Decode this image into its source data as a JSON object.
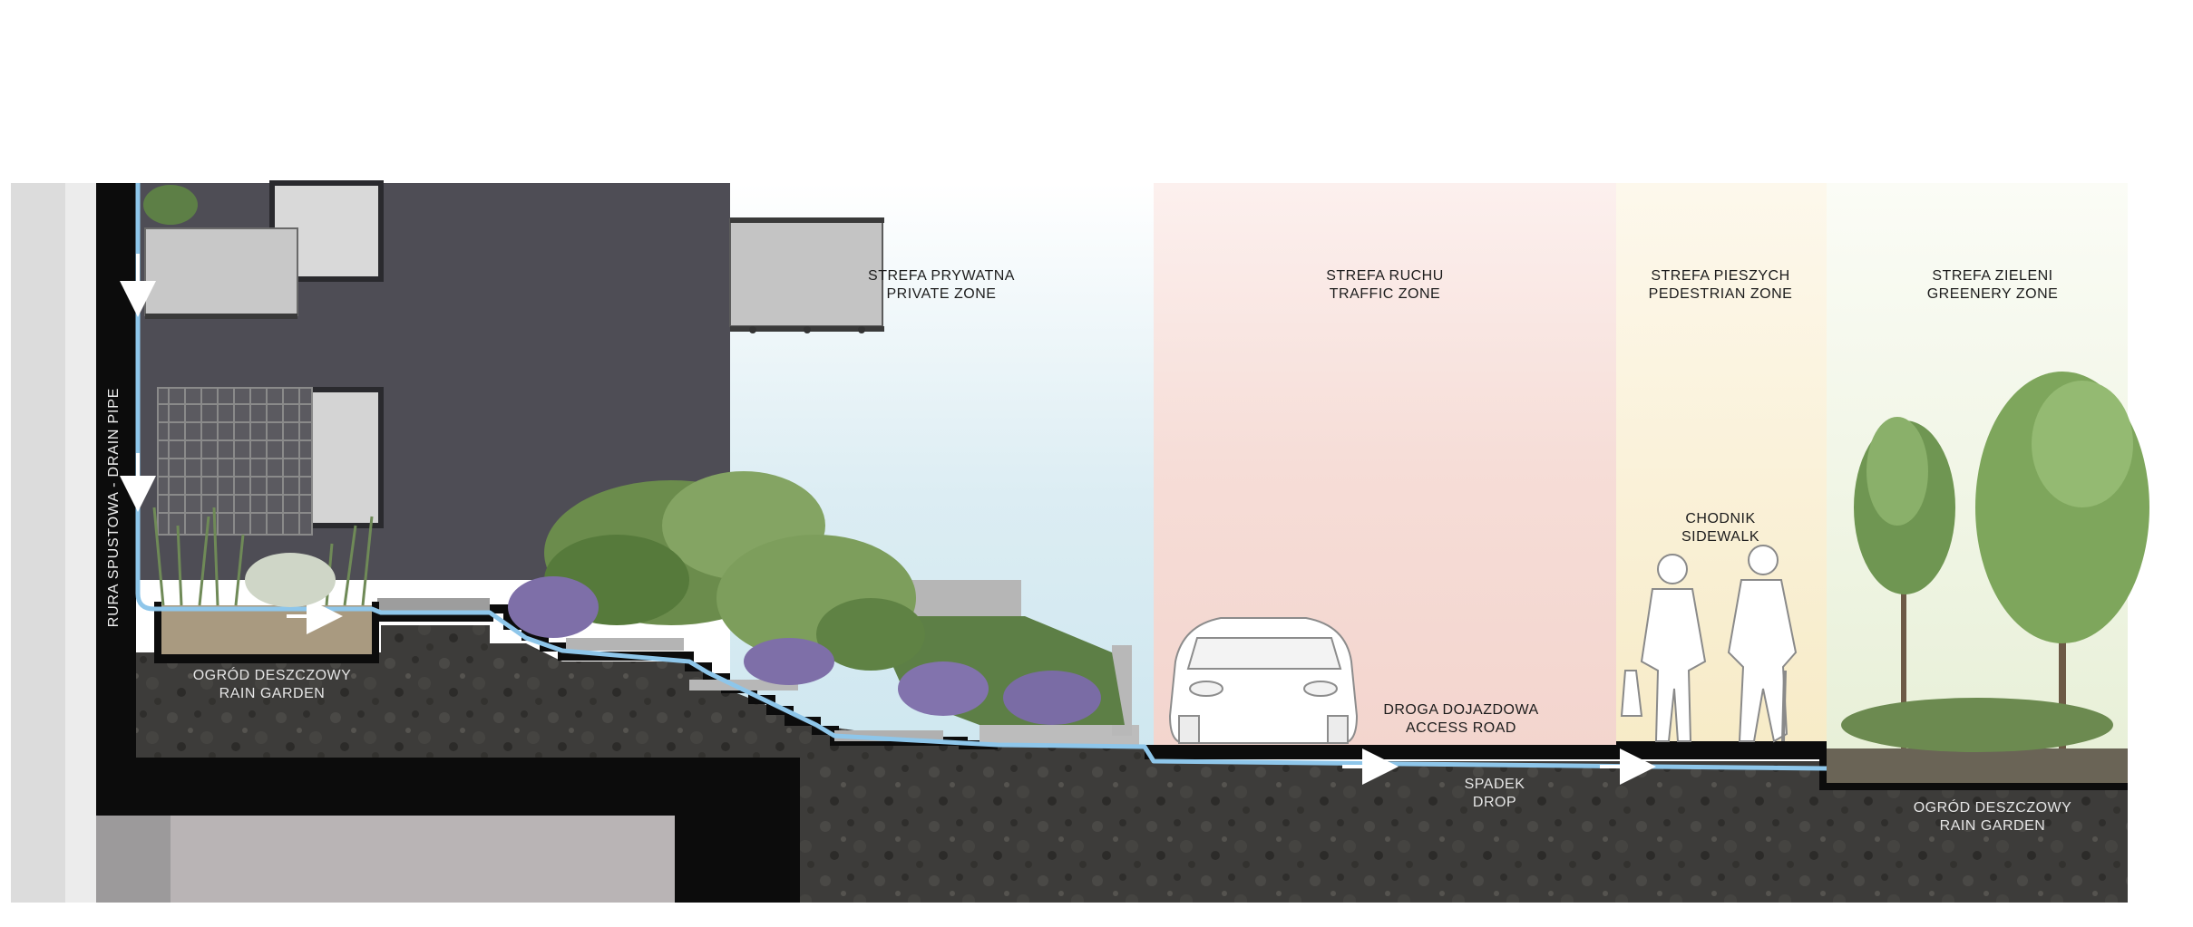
{
  "zones": [
    {
      "id": "private",
      "line1": "STREFA PRYWATNA",
      "line2": "PRIVATE ZONE"
    },
    {
      "id": "traffic",
      "line1": "STREFA RUCHU",
      "line2": "TRAFFIC ZONE"
    },
    {
      "id": "pedestrian",
      "line1": "STREFA PIESZYCH",
      "line2": "PEDESTRIAN ZONE"
    },
    {
      "id": "greenery",
      "line1": "STREFA ZIELENI",
      "line2": "GREENERY ZONE"
    }
  ],
  "drain_pipe_label": "RURA SPUSTOWA - DRAIN PIPE",
  "rain_garden_left": {
    "line1": "OGRÓD DESZCZOWY",
    "line2": "RAIN GARDEN"
  },
  "rain_garden_right": {
    "line1": "OGRÓD DESZCZOWY",
    "line2": "RAIN GARDEN"
  },
  "sidewalk": {
    "line1": "CHODNIK",
    "line2": "SIDEWALK"
  },
  "access_road": {
    "line1": "DROGA DOJAZDOWA",
    "line2": "ACCESS ROAD"
  },
  "drop": {
    "line1": "SPADEK",
    "line2": "DROP"
  },
  "colors": {
    "water": "#8ec6ea",
    "earth": "#3b3a38",
    "structure": "#0c0c0c",
    "building": "#4e4d55",
    "private_zone": "#d3ebf3",
    "traffic_zone": "#f5d7cf",
    "pedestrian_zone": "#f8eccb",
    "greenery_zone": "#eaf1dc",
    "vegetation": "#5d7f46"
  }
}
